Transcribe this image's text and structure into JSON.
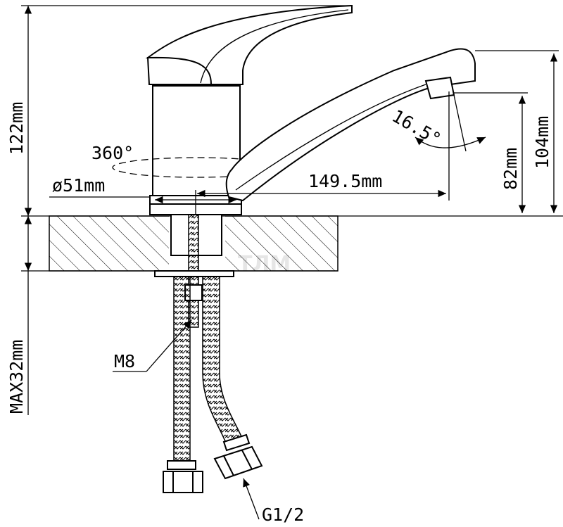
{
  "dimensions": {
    "height_total": "122mm",
    "max_thickness": "MAX32mm",
    "rotation": "360°",
    "base_diameter": "ø51mm",
    "spout_reach": "149.5mm",
    "aerator_angle": "16.5°",
    "spout_height": "82mm",
    "spout_top_height": "104mm",
    "stud_thread": "M8",
    "hose_thread": "G1/2"
  },
  "watermark": "ТЛМ"
}
